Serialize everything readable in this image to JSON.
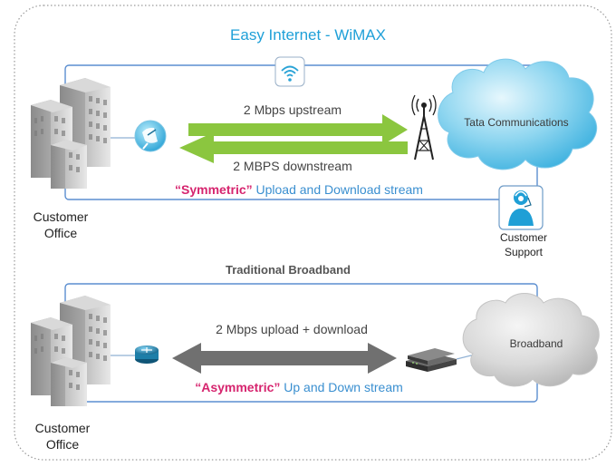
{
  "title": "Easy Internet - WiMAX",
  "wimax": {
    "upstream_label": "2 Mbps upstream",
    "downstream_label": "2 MBPS downstream",
    "cloud_label": "Tata Communications",
    "symmetric_quote": "“Symmetric”",
    "symmetric_rest": " Upload and Download stream",
    "office_line1": "Customer",
    "office_line2": "Office",
    "support_line1": "Customer",
    "support_line2": "Support"
  },
  "traditional": {
    "title": "Traditional Broadband",
    "link_label": "2 Mbps upload + download",
    "cloud_label": "Broadband",
    "asymmetric_quote": "“Asymmetric”",
    "asymmetric_rest": " Up and Down stream",
    "office_line1": "Customer",
    "office_line2": "Office"
  },
  "colors": {
    "title": "#1fa0d8",
    "arrow_green": "#8bc63f",
    "arrow_gray": "#707070",
    "quote_magenta": "#d6246e",
    "stream_blue": "#3a8fd0",
    "frame_blue": "#5b8ed0",
    "cloud_blue": "#63c4e8",
    "cloud_gray": "#d4d4d4"
  }
}
